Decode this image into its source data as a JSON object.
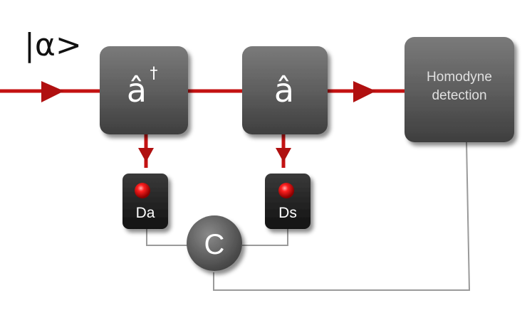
{
  "input_state": {
    "label": "|α>"
  },
  "operators": [
    {
      "symbol": "â",
      "superscript": "†"
    },
    {
      "symbol": "â",
      "superscript": ""
    }
  ],
  "detection": {
    "line1": "Homodyne",
    "line2": "detection"
  },
  "detectors": [
    {
      "label": "Da"
    },
    {
      "label": "Ds"
    }
  ],
  "correlator": {
    "label": "C"
  },
  "colors": {
    "beam": "#c41212",
    "block": "#5a5a5a",
    "detector": "#222222",
    "led": "#ff1a1a",
    "wire": "#9a9a9a"
  }
}
